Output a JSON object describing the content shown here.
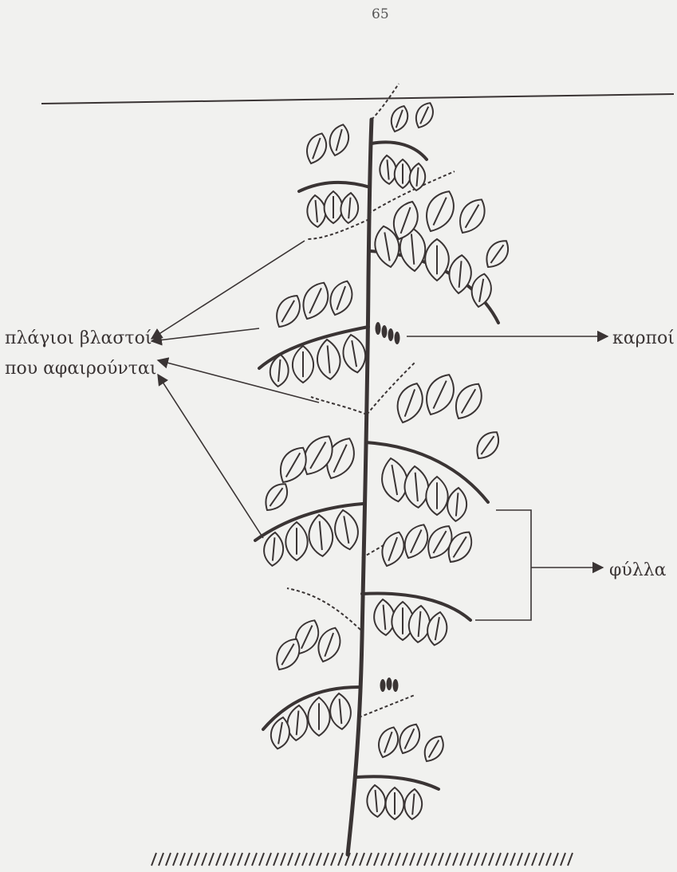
{
  "page_number": "65",
  "labels": {
    "lateral_shoots_line1": "πλάγιοι βλαστοί",
    "lateral_shoots_line2": "που αφαιρούνται",
    "fruits": "καρποί",
    "leaves": "φύλλα"
  },
  "colors": {
    "ink": "#3a3434",
    "paper": "#f1f1ef"
  }
}
